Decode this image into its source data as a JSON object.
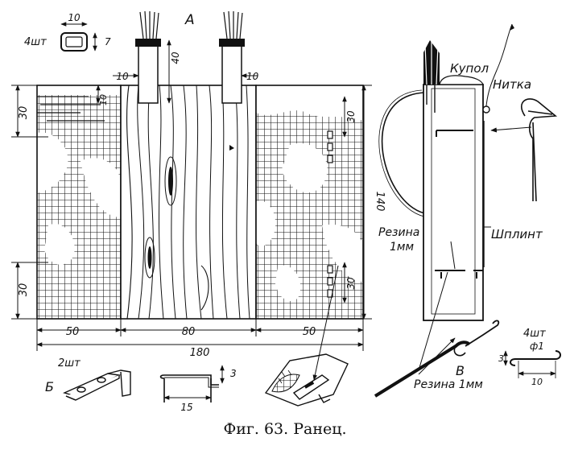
{
  "figure": {
    "caption": "Фиг. 63. Ранец.",
    "parts": {
      "a": "А",
      "b": "Б",
      "v": "В"
    },
    "dimensions": {
      "clip_width": "10",
      "clip_height": "7",
      "clip_count": "4шт",
      "strap_width_left": "10",
      "strap_length": "40",
      "strap_width_right": "10",
      "strap_offset": "10",
      "hook_zone_top": "30",
      "hook_zone_bottom": "30",
      "hole_zone_top": "30",
      "hole_zone_bottom": "30",
      "total_height": "140",
      "panel_left": "50",
      "panel_middle": "80",
      "panel_right": "50",
      "total_width": "180",
      "bracket_count": "2шт",
      "hook_length": "15",
      "hook_height": "3",
      "ring_count": "4шт",
      "ring_diameter": "ф1",
      "ring_height": "3",
      "ring_length": "10"
    },
    "labels": {
      "kupol": "Купол",
      "nitka": "Нитка",
      "shplint": "Шплинт",
      "rezina_side_line1": "Резина",
      "rezina_side_line2": "1мм",
      "rezina_bottom": "Резина 1мм"
    }
  }
}
